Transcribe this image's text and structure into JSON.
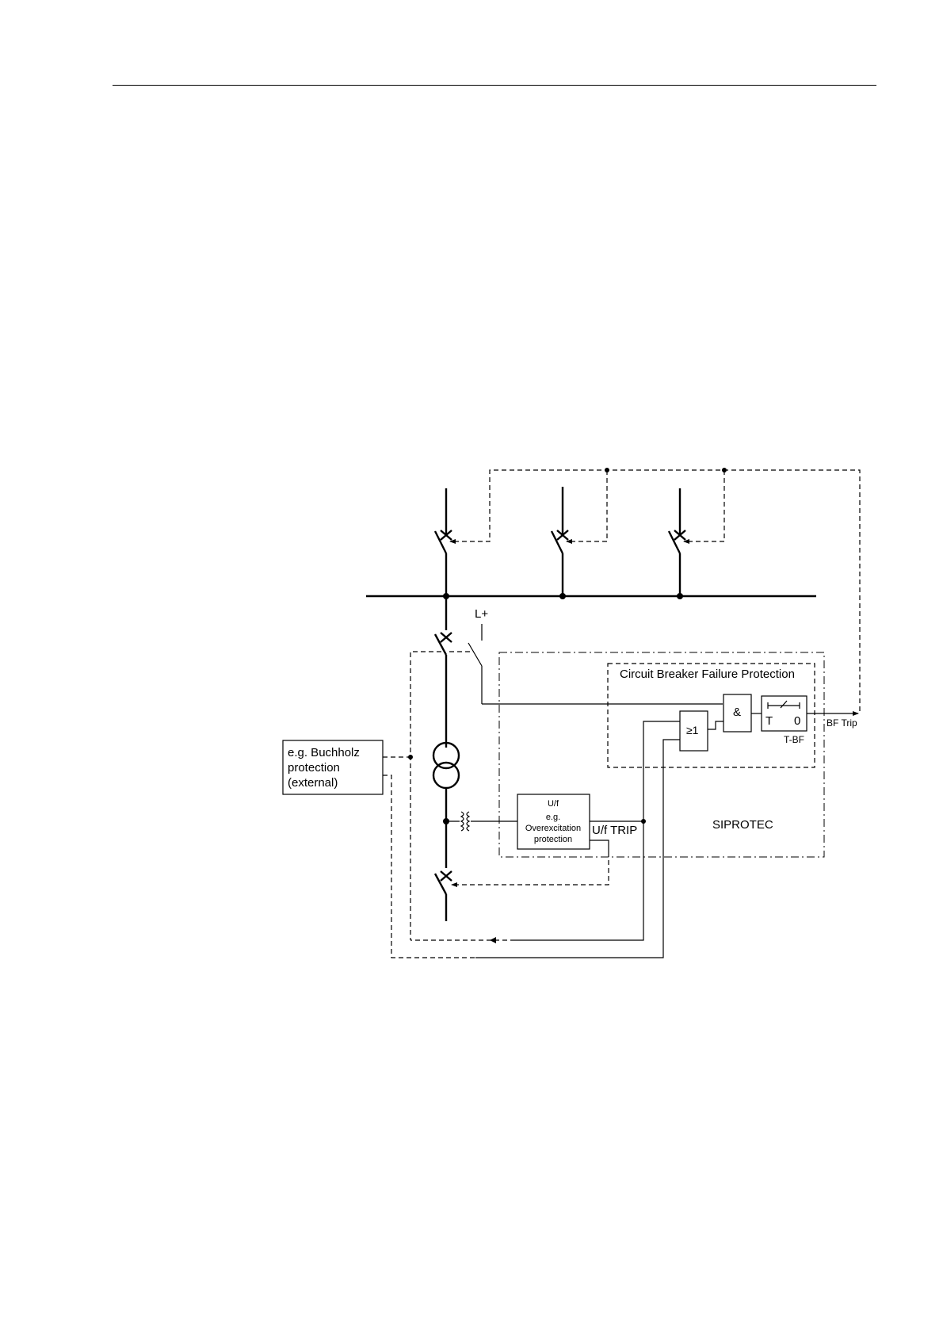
{
  "labels": {
    "lplus": "L+",
    "cbfp_title": "Circuit Breaker Failure Protection",
    "and_gate": "&",
    "or_gate": "≥1",
    "timer_t": "T",
    "timer_zero": "0",
    "timer_name": "T-BF",
    "bf_trip": "BF Trip",
    "buchholz_line1": "e.g. Buchholz",
    "buchholz_line2": "protection",
    "buchholz_line3": "(external)",
    "uf_title": "U/f",
    "uf_line1": "e.g.",
    "uf_line2": "Overexcitation",
    "uf_line3": "protection",
    "uf_trip": "U/f TRIP",
    "siprotec": "SIPROTEC"
  }
}
